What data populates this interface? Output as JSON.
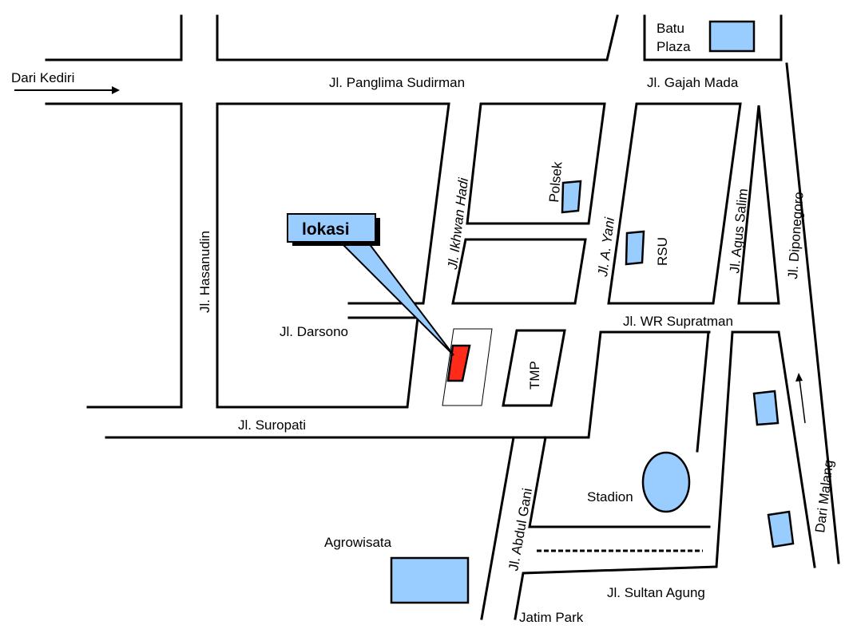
{
  "colors": {
    "building_fill": "#99ccff",
    "location_fill": "#ff2b1a",
    "road_stroke": "#000000",
    "background": "#ffffff"
  },
  "labels": {
    "dari_kediri": "Dari Kediri",
    "panglima_sudirman": "Jl. Panglima Sudirman",
    "gajah_mada": "Jl. Gajah Mada",
    "batu_plaza_line1": "Batu",
    "batu_plaza_line2": "Plaza",
    "hasanudin": "Jl. Hasanudin",
    "ikhwan_hadi": "Jl. Ikhwan Hadi",
    "polsek": "Polsek",
    "a_yani": "Jl. A. Yani",
    "rsu": "RSU",
    "agus_salim": "Jl. Agus Salim",
    "diponegoro": "Jl. Diponegoro",
    "lokasi": "lokasi",
    "darsono": "Jl. Darsono",
    "wr_supratman": "Jl. WR Supratman",
    "tmp": "TMP",
    "suropati": "Jl. Suropati",
    "abdul_gani": "Jl. Abdul Gani",
    "stadion": "Stadion",
    "dari_malang": "Dari Malang",
    "agrowisata": "Agrowisata",
    "sultan_agung": "Jl. Sultan Agung",
    "jatim_park": "Jatim Park"
  }
}
